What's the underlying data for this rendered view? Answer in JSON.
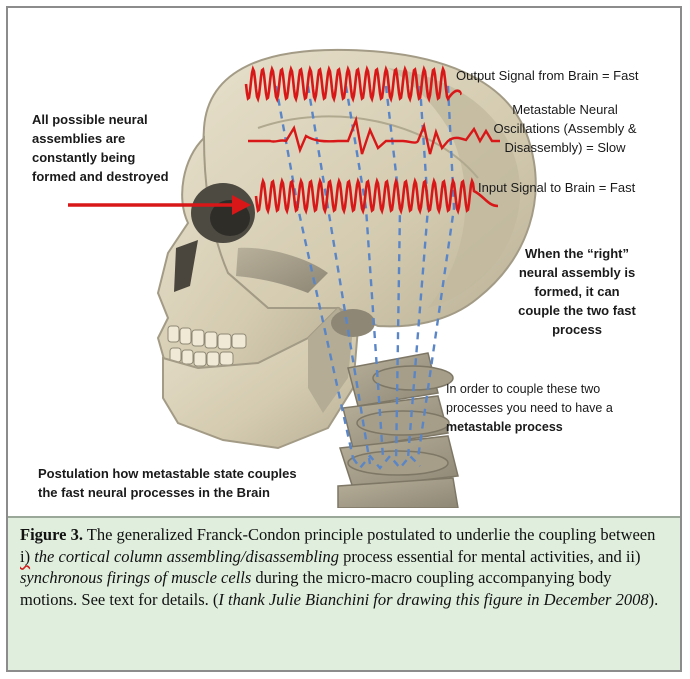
{
  "labels": {
    "output_signal": "Output Signal from Brain = Fast",
    "metastable_line1": "Metastable Neural",
    "metastable_line2": "Oscillations (Assembly &",
    "metastable_line3": "Disassembly)  = Slow",
    "input_signal": "Input Signal to Brain = Fast",
    "assemblies_line1": "All possible neural",
    "assemblies_line2": "assemblies  are",
    "assemblies_line3": "constantly being",
    "assemblies_line4": "formed and destroyed",
    "right_line1": "When the “right”",
    "right_line2": "neural assembly is",
    "right_line3": "formed, it can",
    "right_line4": "couple the two fast",
    "right_line5": "process",
    "couple_line1": "In order to couple these two",
    "couple_line2": "processes you need to have a",
    "couple_line3": "metastable process",
    "postulation_line1": "Postulation how metastable state couples",
    "postulation_line2": "the fast neural processes in the Brain"
  },
  "caption": {
    "fig_label": "Figure 3.",
    "part1": " The generalized Franck-Condon principle postulated to underlie the coupling between ",
    "roman_i": "i)",
    "italic1": " the cortical column assembling/disassembling",
    "part2": " process essential for mental activities, and ii) ",
    "italic2": "synchronous firings of muscle cells",
    "part3": " during the micro-macro coupling accompanying body motions.  See text for details. (",
    "italic3": "I thank Julie Bianchini for drawing this figure in December 2008",
    "part4": ")."
  },
  "colors": {
    "signal": "#d81818",
    "dashed": "#5a86c8",
    "caption_bg": "#dfeedd",
    "skull": "#d8cfb6",
    "skull_shadow": "#9c9582"
  }
}
